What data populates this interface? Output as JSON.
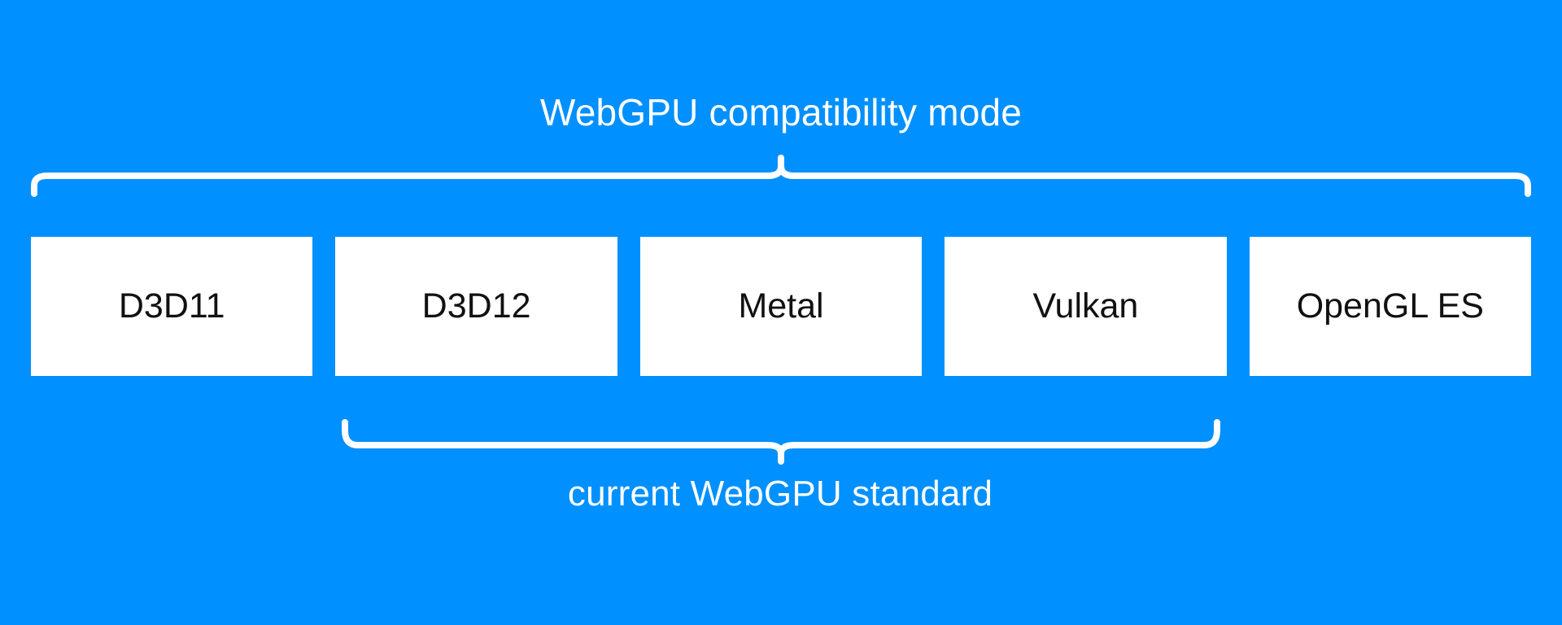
{
  "diagram": {
    "background_color": "#0090ff",
    "box_fill_color": "#ffffff",
    "box_text_color": "#111111",
    "brace_color": "#ffffff",
    "label_color": "#ffffff",
    "top_group": {
      "label": "WebGPU compatibility mode",
      "covers": [
        "D3D11",
        "D3D12",
        "Metal",
        "Vulkan",
        "OpenGL ES"
      ]
    },
    "bottom_group": {
      "label": "current WebGPU standard",
      "covers": [
        "D3D12",
        "Metal",
        "Vulkan"
      ]
    },
    "boxes": [
      {
        "label": "D3D11"
      },
      {
        "label": "D3D12"
      },
      {
        "label": "Metal"
      },
      {
        "label": "Vulkan"
      },
      {
        "label": "OpenGL ES"
      }
    ]
  }
}
